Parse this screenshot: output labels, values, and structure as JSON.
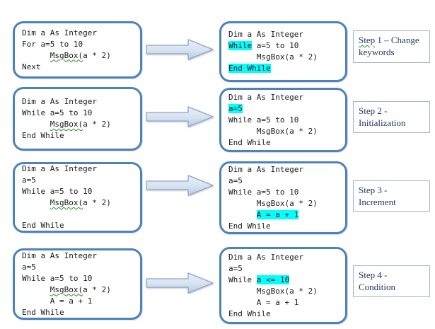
{
  "colors": {
    "highlight": "#00FFFF",
    "code_box_border": "#4F81BD",
    "step_box_border": "#A0B4CC",
    "step_text": "#1F3A68",
    "squiggle_underline": "#2E8B2E",
    "arrow_fill_top": "#E9EFF8",
    "arrow_fill_bottom": "#B9CBE2",
    "arrow_outline": "#8FA8C8"
  },
  "rows": [
    {
      "left": {
        "lines": [
          {
            "a": "Dim a As Integer"
          },
          {
            "a": "For a=5 to 10"
          },
          {
            "a": "      ",
            "sq": "MsgBox(",
            "c": "a * 2)"
          },
          {
            "a": "Next"
          }
        ]
      },
      "right": {
        "lines": [
          {
            "a": "Dim a As Integer"
          },
          {
            "hl": "While",
            "c": " a=5 to 10"
          },
          {
            "a": "      MsgBox(a * 2)"
          },
          {
            "hl": "End While"
          }
        ]
      },
      "step": {
        "sq": "Step",
        "text": " 1 – Change keywords"
      }
    },
    {
      "left": {
        "lines": [
          {
            "a": "Dim a As Integer"
          },
          {
            "a": "While a=5 to 10"
          },
          {
            "a": "      ",
            "sq": "MsgBox(",
            "c": "a * 2)"
          },
          {
            "a": "End While"
          }
        ]
      },
      "right": {
        "lines": [
          {
            "a": "Dim a As Integer"
          },
          {
            "hl": "a=5"
          },
          {
            "a": "While a=5 to 10"
          },
          {
            "a": "      MsgBox(a * 2)"
          },
          {
            "a": "End While"
          }
        ]
      },
      "step": {
        "text": "Step 2 - Initialization"
      }
    },
    {
      "left": {
        "lines": [
          {
            "a": "Dim a As Integer"
          },
          {
            "a": "a=5"
          },
          {
            "a": "While a=5 to 10"
          },
          {
            "a": "      ",
            "sq": "MsgBox(",
            "c": "a * 2)"
          },
          {
            "a": ""
          },
          {
            "a": "End While"
          }
        ]
      },
      "right": {
        "lines": [
          {
            "a": "Dim a As Integer"
          },
          {
            "a": "a=5"
          },
          {
            "a": "While a=5 to 10"
          },
          {
            "a": "      MsgBox(a * 2)"
          },
          {
            "a": "      ",
            "hl": "A = a + 1"
          },
          {
            "a": "End While"
          }
        ]
      },
      "step": {
        "text": "Step 3 - Increment"
      }
    },
    {
      "left": {
        "lines": [
          {
            "a": "Dim a As Integer"
          },
          {
            "a": "a=5"
          },
          {
            "a": "While a=5 to 10"
          },
          {
            "a": "      ",
            "sq": "MsgBox(",
            "c": "a * 2)"
          },
          {
            "a": "      A = a + 1"
          },
          {
            "a": "End While"
          }
        ]
      },
      "right": {
        "lines": [
          {
            "a": "Dim a As Integer"
          },
          {
            "a": "a=5"
          },
          {
            "a": "While ",
            "hl": "a <= 10"
          },
          {
            "a": "      MsgBox(a * 2)"
          },
          {
            "a": "      A = a + 1"
          },
          {
            "a": "End While"
          }
        ]
      },
      "step": {
        "text": "Step 4 - Condition"
      }
    }
  ]
}
